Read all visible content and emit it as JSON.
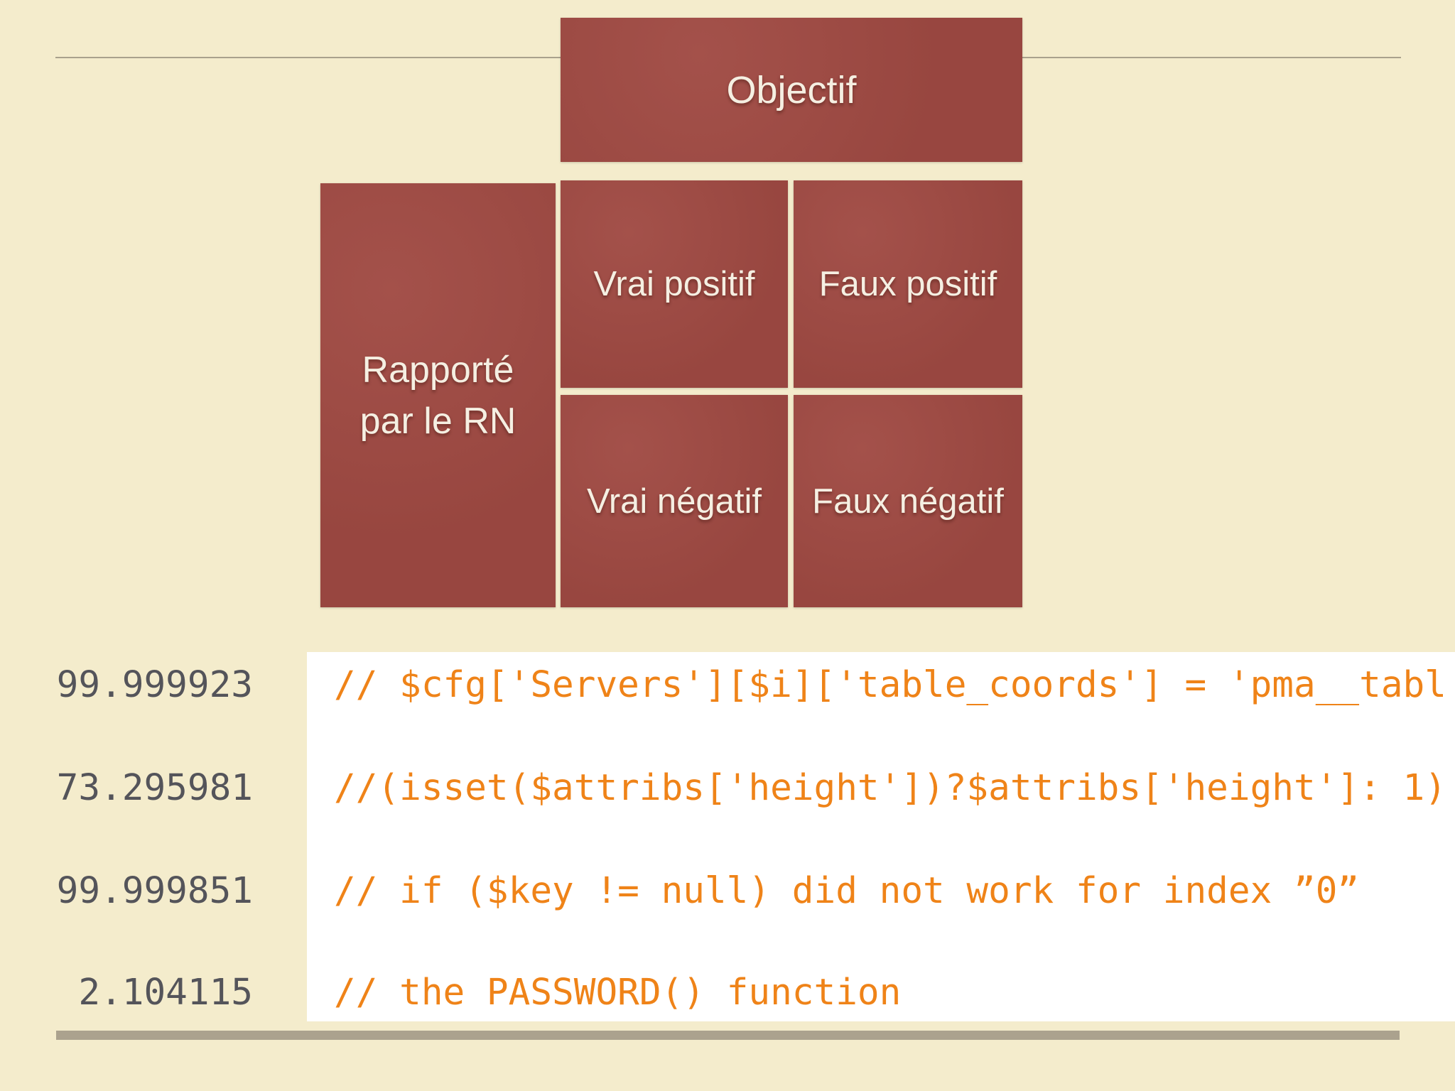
{
  "slide": {
    "colors": {
      "background": "#F4ECCC",
      "box_red": "#A04A43",
      "box_text": "#F5EFE2",
      "code_orange": "#EF8318",
      "score_gray": "#54545A",
      "top_rule": "#A9A18C",
      "bottom_bar": "#ABA28E",
      "code_panel": "#FFFFFF"
    },
    "matrix": {
      "column_header": "Objectif",
      "row_header_line1": "Rapporté",
      "row_header_line2": "par le RN",
      "cells": [
        {
          "label": "Vrai positif"
        },
        {
          "label": "Faux positif"
        },
        {
          "label": "Vrai négatif"
        },
        {
          "label": "Faux négatif"
        }
      ]
    },
    "results": [
      {
        "score": "99.999923",
        "code": "// $cfg['Servers'][$i]['table_coords'] = 'pma__tabl"
      },
      {
        "score": "73.295981",
        "code": "//(isset($attribs['height'])?$attribs['height']: 1)"
      },
      {
        "score": "99.999851",
        "code": "// if ($key != null) did not work for index ”0”"
      },
      {
        "score": "2.104115",
        "code": "// the PASSWORD() function"
      }
    ]
  }
}
